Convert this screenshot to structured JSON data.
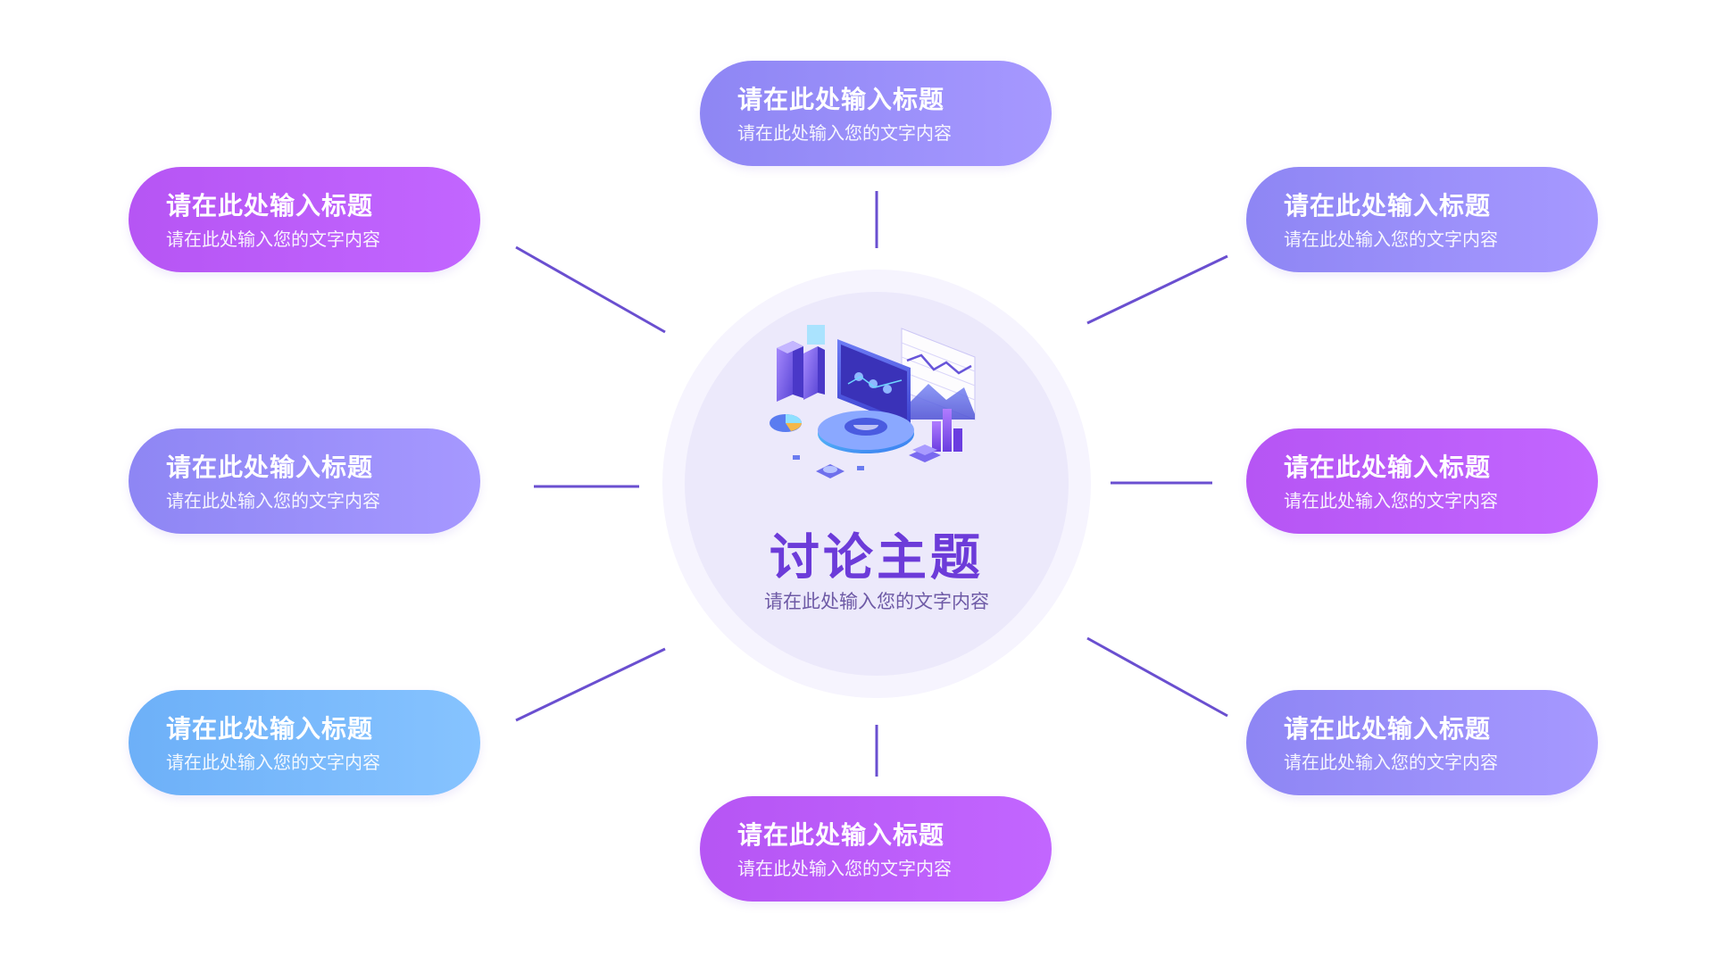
{
  "center": {
    "title": "讨论主题",
    "subtitle": "请在此处输入您的文字内容",
    "illustration": "data-analytics-dashboard-illustration"
  },
  "nodes": {
    "top": {
      "title": "请在此处输入标题",
      "desc": "请在此处输入您的文字内容",
      "color": "#9a8ff8"
    },
    "left_1": {
      "title": "请在此处输入标题",
      "desc": "请在此处输入您的文字内容",
      "color": "#bb5cf7"
    },
    "left_2": {
      "title": "请在此处输入标题",
      "desc": "请在此处输入您的文字内容",
      "color": "#9a8ff8"
    },
    "left_3": {
      "title": "请在此处输入标题",
      "desc": "请在此处输入您的文字内容",
      "color": "#79bbfb"
    },
    "right_1": {
      "title": "请在此处输入标题",
      "desc": "请在此处输入您的文字内容",
      "color": "#9a8ff8"
    },
    "right_2": {
      "title": "请在此处输入标题",
      "desc": "请在此处输入您的文字内容",
      "color": "#bb5cf7"
    },
    "right_3": {
      "title": "请在此处输入标题",
      "desc": "请在此处输入您的文字内容",
      "color": "#9a8ff8"
    },
    "bottom": {
      "title": "请在此处输入标题",
      "desc": "请在此处输入您的文字内容",
      "color": "#bb5cf7"
    }
  },
  "colors": {
    "connector": "#6a4fd0",
    "center_title": "#6c3bd9",
    "center_outer": "#f6f4fe",
    "center_inner": "#ece9fb"
  }
}
